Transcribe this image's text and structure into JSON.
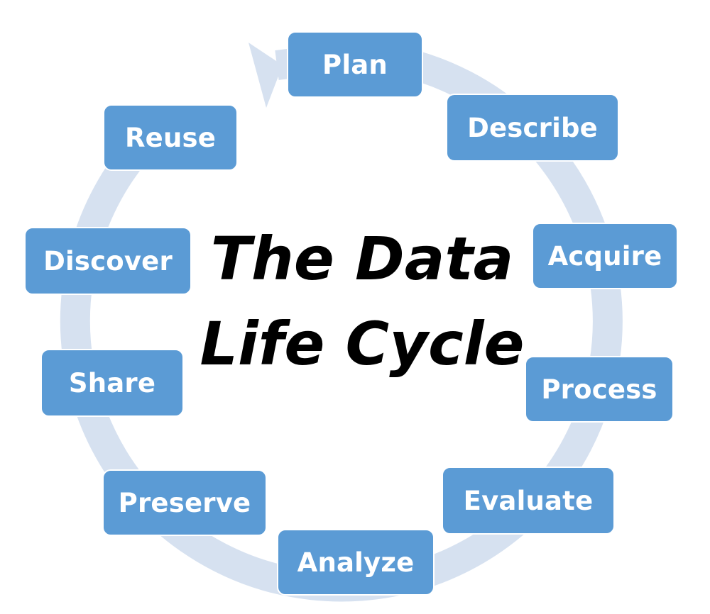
{
  "diagram": {
    "title_line1": "The Data",
    "title_line2": "Life Cycle",
    "box_color": "#5b9bd5",
    "ring_color": "#d6e1f0",
    "stages": [
      "Plan",
      "Describe",
      "Acquire",
      "Process",
      "Evaluate",
      "Analyze",
      "Preserve",
      "Share",
      "Discover",
      "Reuse"
    ]
  }
}
